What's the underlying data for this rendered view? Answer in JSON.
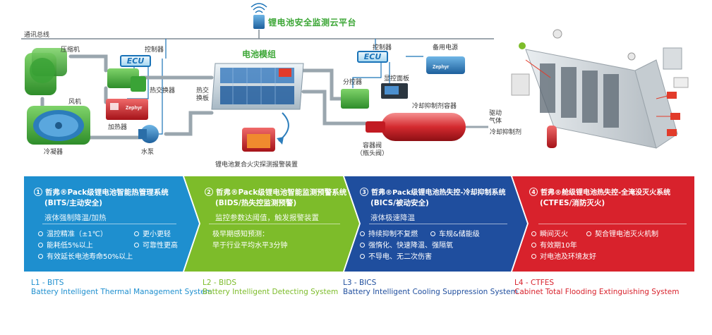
{
  "diagram": {
    "cloud_platform": "锂电池安全监测云平台",
    "bus": "通讯总线",
    "battery_module": "电池模组",
    "ecu": "ECU",
    "labels": {
      "compressor": "压缩机",
      "controller_left": "控制器",
      "fan": "风机",
      "heat_exchanger": "热交换器",
      "heater": "加热器",
      "condenser": "冷凝器",
      "pump": "水泵",
      "heat_exchange_plate": "热交\n换板",
      "detector": "锂电池复合火灾探测报警装置",
      "controller_right": "控制器",
      "backup_power": "备用电源",
      "display_panel": "显控面板",
      "distributor": "分控器",
      "agent_container": "冷却抑制剂容器",
      "drive_gas": "驱动\n气体",
      "container_valve": "容器阀\n（瓶头阀）",
      "suppressant": "冷却抑制剂"
    },
    "brand": "Zephyr"
  },
  "systems": [
    {
      "num": "1",
      "title_line1": "哲弗®Pack级锂电池智能热管理系统",
      "title_line2": "(BITS/主动安全)",
      "subtitle": "液体强制降温/加热",
      "features": [
        "温控精准（±1℃）",
        "更小更轻",
        "能耗低5%以上",
        "可靠性更高",
        "有效延长电池寿命50%以上"
      ],
      "color": "#1e8fcf",
      "code": "L1 - BITS",
      "name_en": "Battery Intelligent Thermal Management System"
    },
    {
      "num": "2",
      "title_line1": "哲弗®Pack级锂电池智能监测预警系统",
      "title_line2": "(BIDS/热失控监测预警)",
      "subtitle": "监控参数达阈值，触发报警装置",
      "features": [
        "极早期感知预测：",
        "早于行业平均水平3分钟"
      ],
      "color": "#7dbc2a",
      "code": "L2 - BIDS",
      "name_en": "Battery Intelligent Detecting System"
    },
    {
      "num": "3",
      "title_line1": "哲弗®Pack级锂电池热失控-冷却抑制系统",
      "title_line2": "(BICS/被动安全)",
      "subtitle": "液体极速降温",
      "features": [
        "持续抑制不复燃",
        "车规&储能级",
        "强惰化、快速降温、强隔氧",
        "不导电、无二次伤害"
      ],
      "color": "#1f4e9e",
      "code": "L3 - BICS",
      "name_en": "Battery Intelligent Cooling Suppression System"
    },
    {
      "num": "4",
      "title_line1": "哲弗®舱级锂电池热失控-全淹没灭火系统",
      "title_line2": "(CTFES/消防灭火)",
      "subtitle": "",
      "features": [
        "瞬间灭火",
        "契合锂电池灭火机制",
        "有效期10年",
        "对电池及环境友好"
      ],
      "color": "#d8222c",
      "code": "L4 - CTFES",
      "name_en": "Cabinet Total Flooding Extinguishing System"
    }
  ]
}
